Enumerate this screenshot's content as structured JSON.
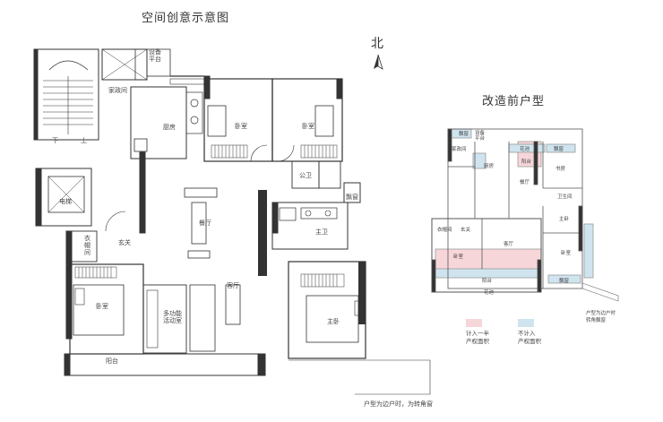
{
  "titles": {
    "left": "空间创意示意图",
    "right": "改造前户型",
    "north": "北"
  },
  "left_plan": {
    "rooms": {
      "equipment": "设备\n平台",
      "housekeeping": "家政间",
      "kitchen": "厨房",
      "bedroom_a": "卧室",
      "bedroom_b": "卧室",
      "public_bath": "公卫",
      "bay_window": "飘窗",
      "elevator": "电梯",
      "dining": "餐厅",
      "master_bath": "主卫",
      "wardrobe": "衣帽间",
      "foyer": "玄关",
      "living": "客厅",
      "bedroom_c": "卧室",
      "multi": "多功能\n活动室",
      "master_bed": "主卧",
      "balcony": "阳台",
      "stair_down": "下",
      "stair_up": "上"
    },
    "note": "户型为边户时，为转角窗"
  },
  "right_plan": {
    "rooms": {
      "bay1": "飘窗",
      "housekeeping": "家政间",
      "equipment": "设备\n平台",
      "flower1": "花池",
      "bay2": "飘窗",
      "balcony_n": "阳台",
      "kitchen": "厨房",
      "study": "书房",
      "dining": "餐厅",
      "bath": "卫生间",
      "wardrobe": "衣帽间",
      "foyer": "玄关",
      "master": "主卧",
      "living": "客厅",
      "bedroom_l": "卧室",
      "bedroom_r": "卧室",
      "balcony_s": "阳台",
      "bay3": "飘窗",
      "flower2": "花池"
    },
    "note": "户型为边户时\n转角飘窗"
  },
  "legend": {
    "half": {
      "color": "#f7d6da",
      "text": "计入一半\n产权面积"
    },
    "none": {
      "color": "#cfe4ef",
      "text": "不计入\n产权面积"
    }
  }
}
